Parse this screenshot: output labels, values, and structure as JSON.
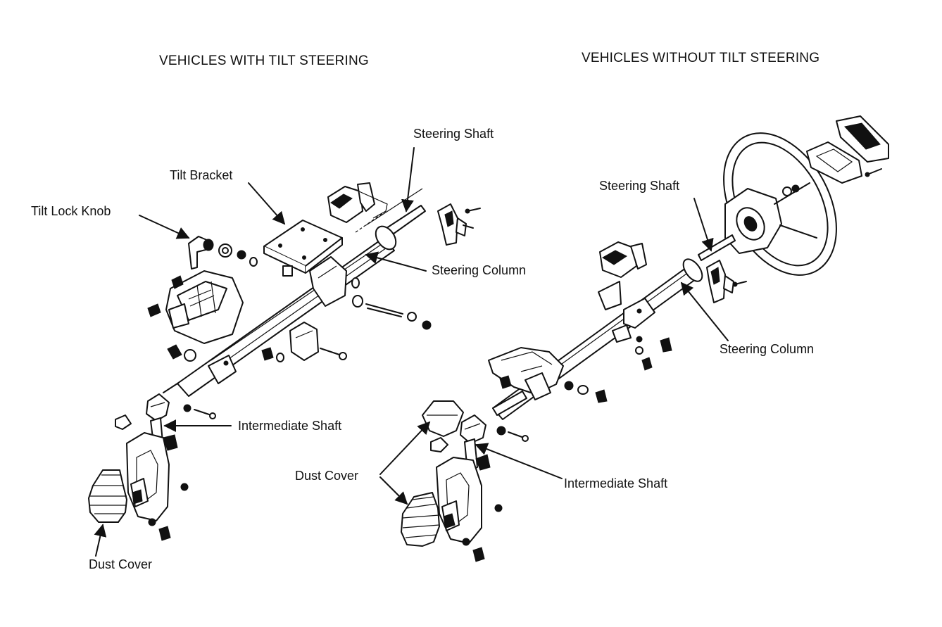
{
  "left": {
    "title": "VEHICLES WITH TILT STEERING",
    "labels": {
      "steering_shaft": "Steering Shaft",
      "tilt_bracket": "Tilt Bracket",
      "tilt_lock_knob": "Tilt Lock Knob",
      "steering_column": "Steering Column",
      "intermediate_shaft": "Intermediate Shaft",
      "dust_cover": "Dust Cover"
    }
  },
  "right": {
    "title": "VEHICLES WITHOUT TILT STEERING",
    "labels": {
      "steering_shaft": "Steering Shaft",
      "steering_column": "Steering Column",
      "intermediate_shaft": "Intermediate Shaft",
      "dust_cover": "Dust Cover"
    }
  }
}
